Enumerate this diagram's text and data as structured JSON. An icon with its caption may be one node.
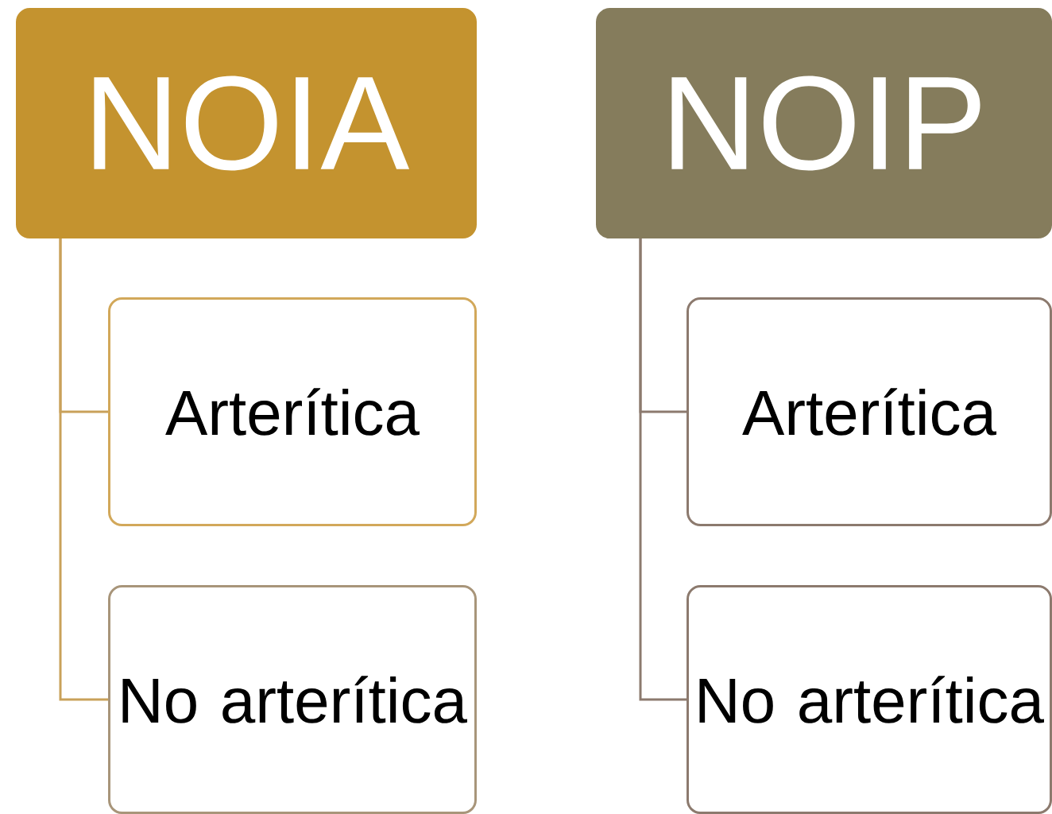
{
  "diagram": {
    "nodes": [
      {
        "text": [
          "NOIA"
        ]
      },
      {
        "text": [
          "Arterítica"
        ]
      },
      {
        "text": [
          "No arterítica"
        ]
      },
      {
        "text": [
          "NOIP"
        ]
      },
      {
        "text": [
          "Arterítica"
        ]
      },
      {
        "text": [
          "No arterítica"
        ]
      }
    ],
    "edges": [
      {
        "from": 0,
        "to": 1,
        "arrow": "none",
        "color": "#c9a15a"
      },
      {
        "from": 0,
        "to": 2,
        "arrow": "none",
        "color": "#c9a15a"
      },
      {
        "from": 3,
        "to": 4,
        "arrow": "none",
        "color": "#8c7a6e"
      },
      {
        "from": 3,
        "to": 5,
        "arrow": "none",
        "color": "#8c7a6e"
      }
    ]
  }
}
